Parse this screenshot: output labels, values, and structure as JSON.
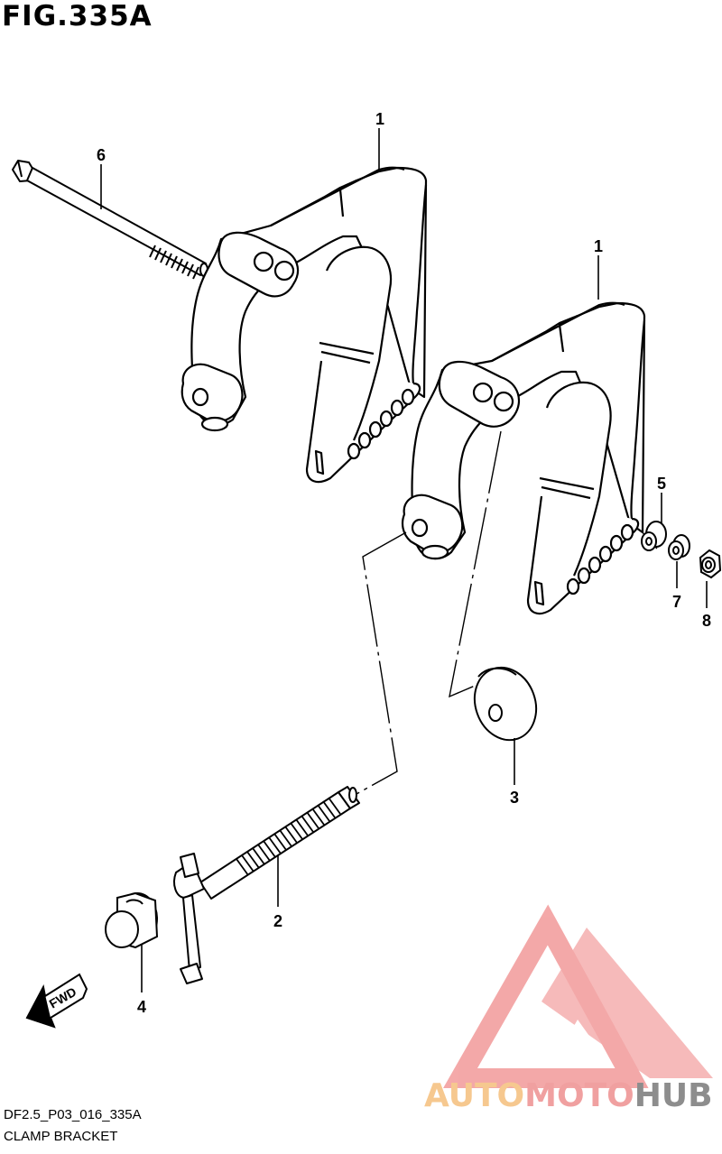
{
  "figure": {
    "title": "FIG.335A"
  },
  "callouts": {
    "c1a": "1",
    "c1b": "1",
    "c2": "2",
    "c3": "3",
    "c4": "4",
    "c5": "5",
    "c6": "6",
    "c7": "7",
    "c8": "8"
  },
  "fwd_label": "FWD",
  "footer": {
    "code": "DF2.5_P03_016_335A",
    "name": "CLAMP BRACKET"
  },
  "watermark": {
    "part1": "AUTO",
    "part2": "MOTO",
    "part3": "HUB",
    "colors": {
      "auto": "#f6c88f",
      "moto": "#f0a0a0",
      "hub": "#8d8d8d",
      "logo": "#f08c8c"
    }
  }
}
